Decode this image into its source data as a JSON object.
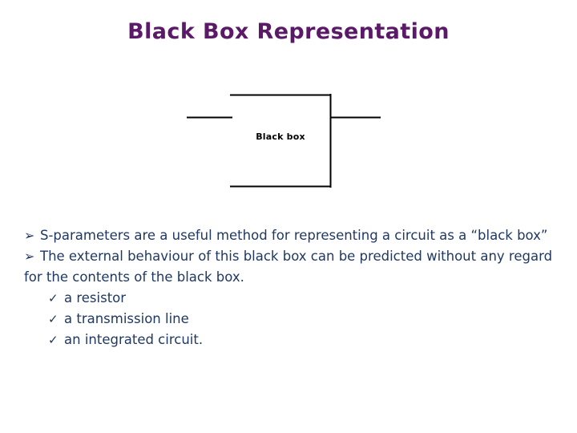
{
  "slide": {
    "title": "Black Box Representation",
    "title_color": "#5B1A68",
    "body_color": "#1F3864",
    "background": "#FFFFFF"
  },
  "diagram": {
    "name": "black-box-diagram",
    "box_label": "Black box",
    "line_color": "#000000",
    "input_port_label": "",
    "output_port_label": ""
  },
  "content": {
    "bullets": [
      {
        "marker": "➢",
        "text": "S-parameters are a useful method for representing a circuit as a “black box”"
      },
      {
        "marker": "➢",
        "text": "The external behaviour of this black box can be predicted without any regard for the contents of the black box."
      }
    ],
    "sub_bullets": [
      {
        "marker": "✓",
        "text": "a resistor"
      },
      {
        "marker": "✓",
        "text": "a transmission line"
      },
      {
        "marker": "✓",
        "text": "an integrated circuit."
      }
    ]
  }
}
